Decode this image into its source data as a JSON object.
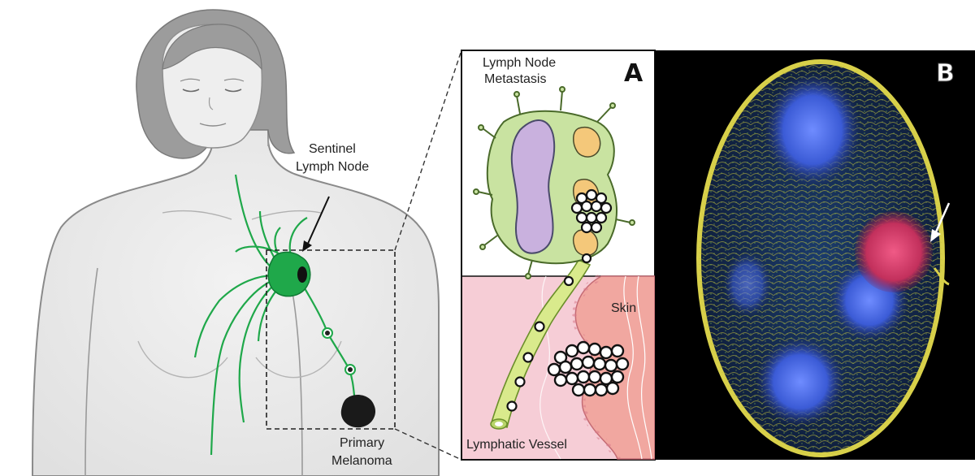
{
  "labels": {
    "sentinel_line1": "Sentinel",
    "sentinel_line2": "Lymph Node",
    "primary_line1": "Primary",
    "primary_line2": "Melanoma",
    "metastasis_line1": "Lymph Node",
    "metastasis_line2": "Metastasis",
    "skin": "Skin",
    "lymphatic_vessel": "Lymphatic Vessel",
    "panel_a": "A",
    "panel_b": "B"
  },
  "colors": {
    "lymph_green": "#1fa84a",
    "node_fill": "#c9e3a1",
    "germinal_purple": "#c9b1de",
    "follicle_orange": "#f4c87a",
    "skin_pink": "#f6cdd6",
    "fluor_yellow": "#c8c23a",
    "fluor_blue": "#3b5bd6",
    "tumor_red": "#d8406e"
  }
}
